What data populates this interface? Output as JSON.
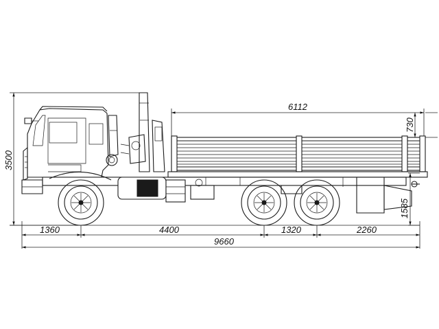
{
  "dimensions": {
    "body_length": "6112",
    "side_height": "730",
    "total_height": "3500",
    "frame_height": "1585",
    "front_overhang": "1360",
    "wheelbase_front": "4400",
    "rear_axle_spacing": "1320",
    "rear_overhang": "2260",
    "total_length": "9660"
  },
  "colors": {
    "line": "#1a1a1a",
    "background": "#ffffff"
  }
}
